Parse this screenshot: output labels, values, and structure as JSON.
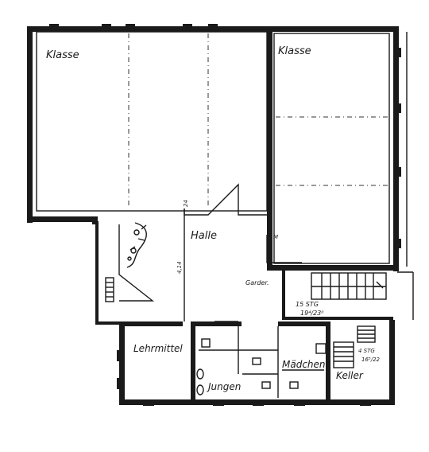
{
  "rooms": {
    "klasse_left": "Klasse",
    "klasse_right": "Klasse",
    "halle": "Halle",
    "garder": "Garder.",
    "lehrmittel": "Lehrmittel",
    "jungen": "Jungen",
    "maedchen": "Mädchen",
    "keller": "Keller"
  },
  "dimensions": {
    "vertical_top": "24",
    "halle_depth": "4,14"
  },
  "stairs": {
    "main_count": "15 STG",
    "main_ratio": "19⁴/23⁰",
    "keller_count": "4 STG",
    "keller_ratio": "16⁵/22"
  },
  "marks": {
    "m": "M"
  }
}
